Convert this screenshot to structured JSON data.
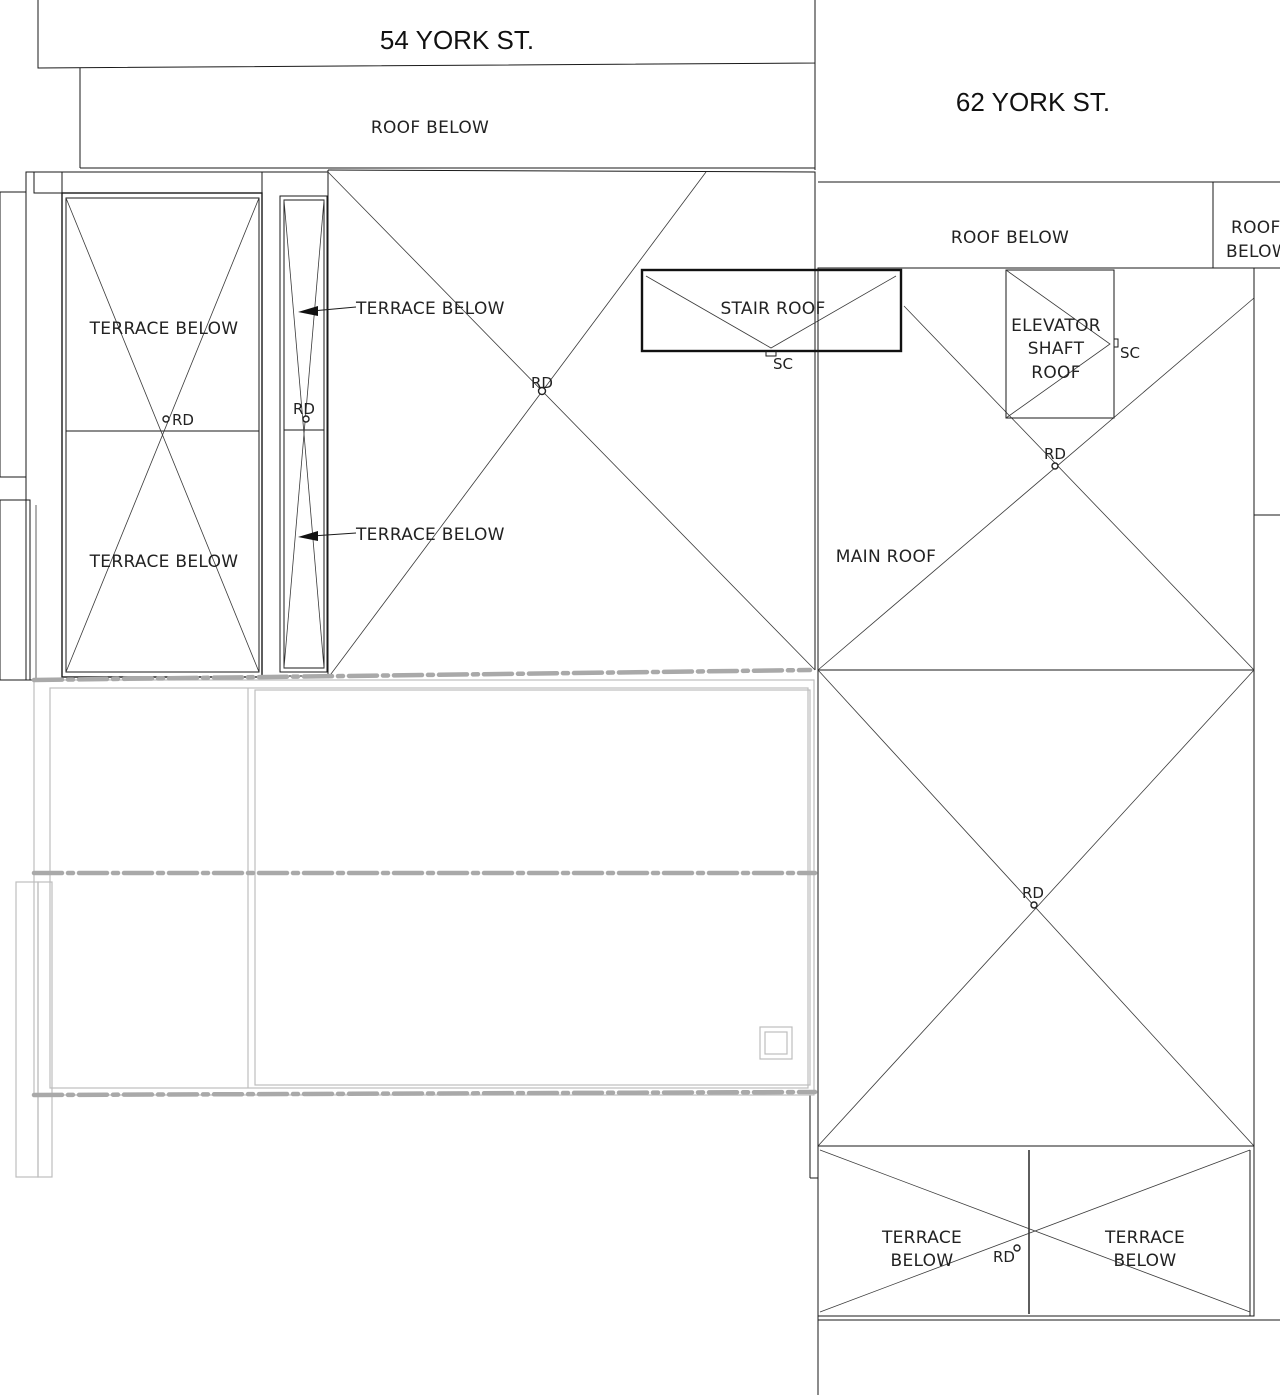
{
  "streets": {
    "york54": "54 YORK ST.",
    "york62": "62 YORK ST."
  },
  "labels": {
    "roof_below": "ROOF BELOW",
    "roof_below_right_1": "ROOF",
    "roof_below_right_2": "BELOW",
    "terrace_below": "TERRACE BELOW",
    "terrace": "TERRACE",
    "below": "BELOW",
    "stair_roof": "STAIR ROOF",
    "elevator_1": "ELEVATOR",
    "elevator_2": "SHAFT",
    "elevator_3": "ROOF",
    "main_roof": "MAIN ROOF",
    "roof_drain": "RD",
    "scupper": "SC"
  }
}
